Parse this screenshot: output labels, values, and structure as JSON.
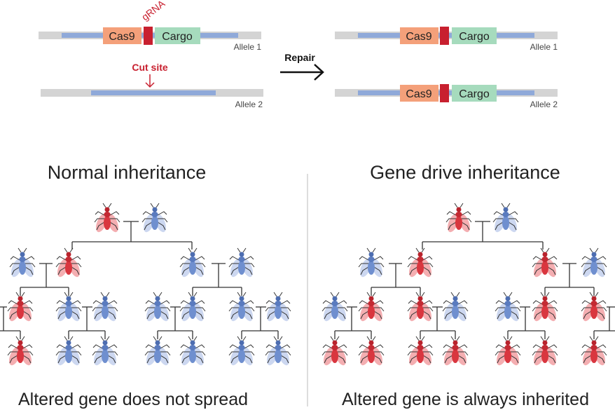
{
  "top": {
    "gRNA_label": "gRNA",
    "cut_site_label": "Cut site",
    "repair_label": "Repair",
    "cas9_label": "Cas9",
    "cargo_label": "Cargo",
    "allele1_label": "Allele 1",
    "allele2_label": "Allele 2"
  },
  "left_panel": {
    "title": "Normal inheritance",
    "caption": "Altered gene does not spread"
  },
  "right_panel": {
    "title": "Gene drive inheritance",
    "caption": "Altered gene is always inherited"
  },
  "colors": {
    "chromosome_gray": "#d4d4d4",
    "chromosome_blue": "#8fa9d9",
    "cas9_orange": "#f4a07a",
    "cargo_green": "#a6dbbd",
    "grna_red": "#c8202f",
    "altered_fly_red": "#d9363f",
    "normal_fly_blue": "#6f8fcf",
    "label_red": "#c8202f"
  },
  "icons": {
    "fly_altered": "red-fly-icon",
    "fly_normal": "blue-fly-icon",
    "arrow": "right-arrow-icon"
  }
}
